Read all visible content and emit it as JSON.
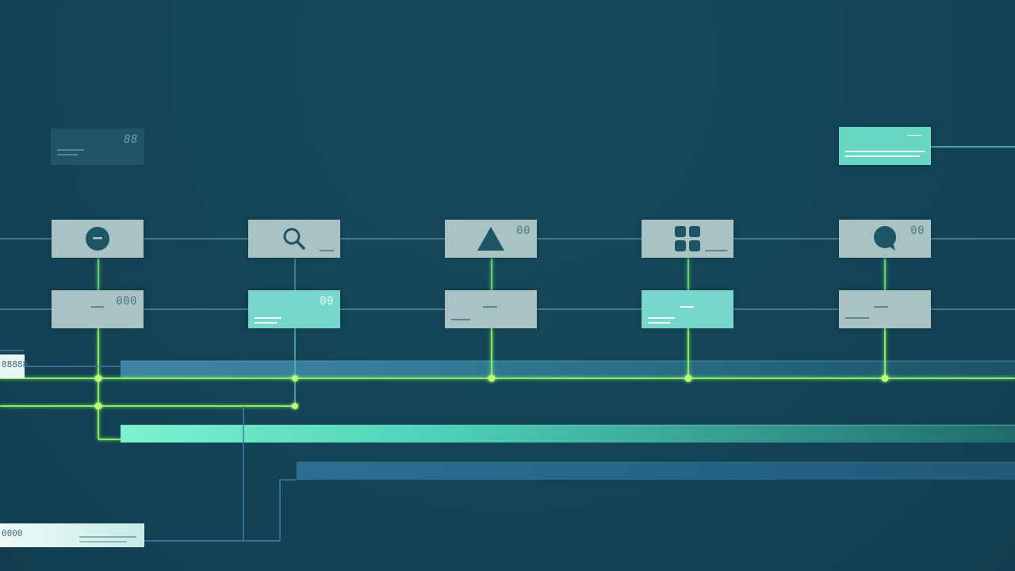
{
  "colors": {
    "background": "#154558",
    "card": "#a9c2c4",
    "card_highlight": "#77d7cd",
    "wire": "#4f8ea6",
    "glow_wire": "#7df05c",
    "bar_mint": "#6ef0c8",
    "bar_blue": "#2b6f94"
  },
  "top_left_card": {
    "code": "88"
  },
  "top_right_card": {
    "code": ""
  },
  "modules": [
    {
      "icon": "minus-circle-icon",
      "code": ""
    },
    {
      "icon": "search-icon",
      "code": ""
    },
    {
      "icon": "triangle-icon",
      "code": "00"
    },
    {
      "icon": "grid-icon",
      "code": ""
    },
    {
      "icon": "speech-bubble-icon",
      "code": "00"
    }
  ],
  "sub_modules": [
    {
      "code": "000"
    },
    {
      "code": "00"
    },
    {
      "code": ""
    },
    {
      "code": ""
    },
    {
      "code": ""
    }
  ],
  "side_tags": [
    {
      "label": "88888"
    },
    {
      "label": "0000"
    }
  ]
}
